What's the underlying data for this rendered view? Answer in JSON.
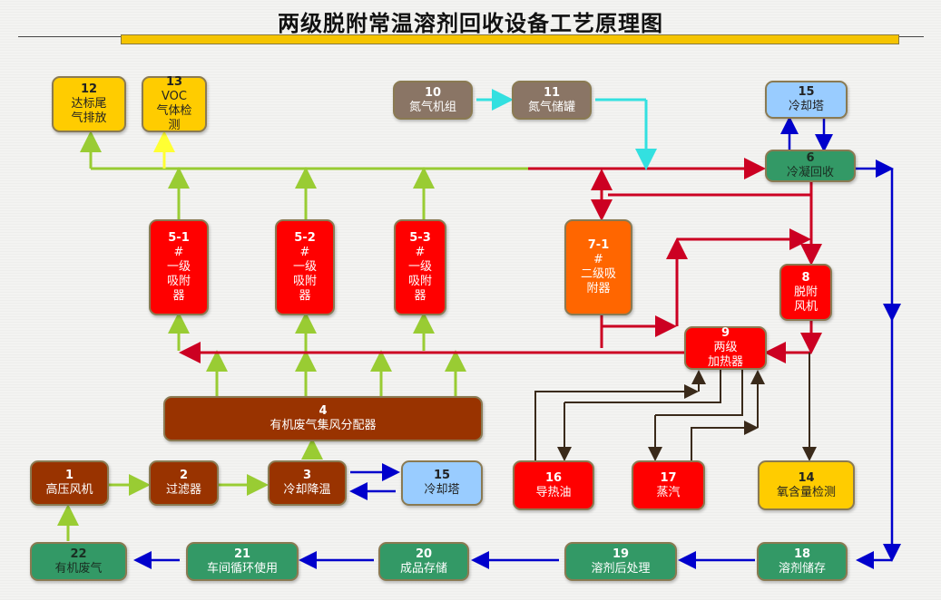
{
  "title": "两级脱附常温溶剂回收设备工艺原理图",
  "colors": {
    "green_flow": "#99cc33",
    "yellow_flow": "#ffff33",
    "red_flow": "#cc0022",
    "cyan_flow": "#33e0e0",
    "blue_flow": "#0000cc",
    "dark_flow": "#3a2a1a"
  },
  "nodes": {
    "n1": {
      "num": "1",
      "label": "高压风机"
    },
    "n2": {
      "num": "2",
      "label": "过滤器"
    },
    "n3": {
      "num": "3",
      "label": "冷却降温"
    },
    "n4": {
      "num": "4",
      "label": "有机废气集风分配器"
    },
    "n5_1": {
      "num": "5-1",
      "label": "#\n一级\n吸附\n器"
    },
    "n5_2": {
      "num": "5-2",
      "label": "#\n一级\n吸附\n器"
    },
    "n5_3": {
      "num": "5-3",
      "label": "#\n一级\n吸附\n器"
    },
    "n6": {
      "num": "6",
      "label": "冷凝回收"
    },
    "n7_1": {
      "num": "7-1",
      "label": "#\n二级吸\n附器"
    },
    "n8": {
      "num": "8",
      "label": "脱附\n风机"
    },
    "n9": {
      "num": "9",
      "label": "两级\n加热器"
    },
    "n10": {
      "num": "10",
      "label": "氮气机组"
    },
    "n11": {
      "num": "11",
      "label": "氮气储罐"
    },
    "n12": {
      "num": "12",
      "label": "达标尾\n气排放"
    },
    "n13": {
      "num": "13",
      "label": "VOC\n气体检\n测"
    },
    "n14": {
      "num": "14",
      "label": "氧含量检测"
    },
    "n15_top": {
      "num": "15",
      "label": "冷却塔"
    },
    "n15_bottom": {
      "num": "15",
      "label": "冷却塔"
    },
    "n16": {
      "num": "16",
      "label": "导热油"
    },
    "n17": {
      "num": "17",
      "label": "蒸汽"
    },
    "n18": {
      "num": "18",
      "label": "溶剂储存"
    },
    "n19": {
      "num": "19",
      "label": "溶剂后处理"
    },
    "n20": {
      "num": "20",
      "label": "成品存储"
    },
    "n21": {
      "num": "21",
      "label": "车间循环使用"
    },
    "n22": {
      "num": "22",
      "label": "有机废气"
    }
  }
}
